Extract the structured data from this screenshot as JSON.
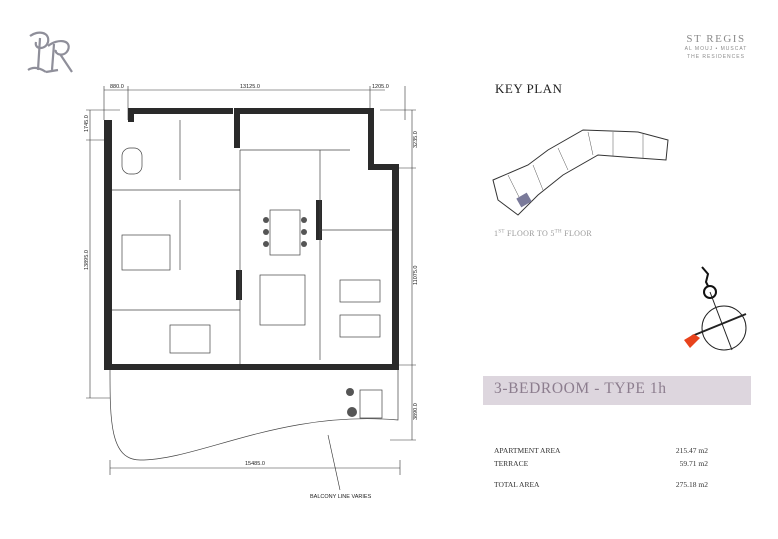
{
  "brand": {
    "name": "ST REGIS",
    "location": "AL MOUJ • MUSCAT",
    "subtitle": "THE RESIDENCES",
    "monogram": "SR"
  },
  "key_plan": {
    "title": "KEY PLAN",
    "floor_from": "1",
    "floor_from_sup": "ST",
    "floor_mid": " FLOOR TO ",
    "floor_to": "5",
    "floor_to_sup": "TH",
    "floor_end": " FLOOR",
    "highlight_color": "#7a7a9a"
  },
  "unit": {
    "title": "3-BEDROOM - TYPE 1h",
    "bar_color": "#ddd6de",
    "title_color": "#8c7d8e"
  },
  "areas": [
    {
      "label": "APARTMENT AREA",
      "value": "215.47 m2"
    },
    {
      "label": "TERRACE",
      "value": "59.71 m2"
    },
    {
      "label": "TOTAL AREA",
      "value": "275.18 m2"
    }
  ],
  "plan_dimensions": {
    "top_left": "880.0",
    "top_main": "13125.0",
    "top_right": "1205.0",
    "left_top": "1745.0",
    "left_main": "13895.0",
    "right_top": "3235.0",
    "right_main": "11075.0",
    "right_bottom": "3890.0",
    "bottom": "15485.0",
    "balcony_note": "BALCONY LINE VARIES"
  },
  "compass": {
    "arrow_color": "#e8431c"
  }
}
